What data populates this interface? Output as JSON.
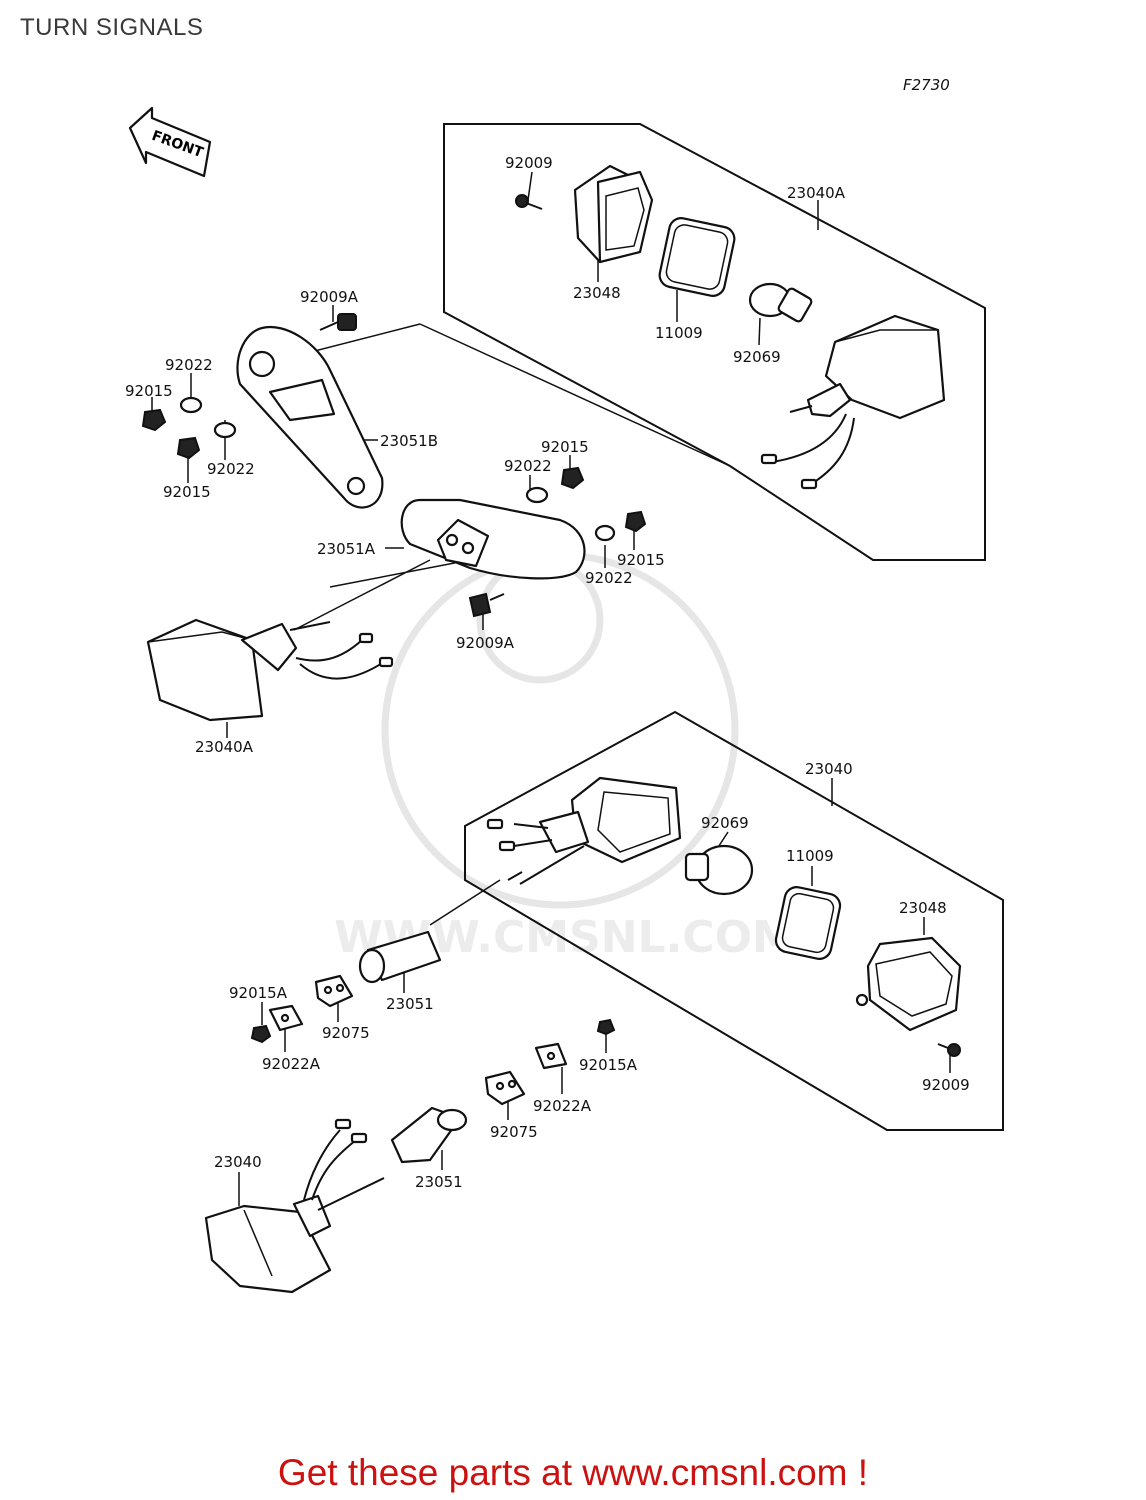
{
  "page": {
    "title": "TURN SIGNALS"
  },
  "diagram": {
    "figure_code": "F2730",
    "front_arrow_label": "FRONT",
    "watermark_text": "WWW.CMSNL.COM",
    "part_labels": [
      "92009",
      "23040A",
      "23048",
      "11009",
      "92069",
      "92009A",
      "92022",
      "92015",
      "23051B",
      "92022",
      "92015",
      "92015",
      "92022",
      "23051A",
      "92015",
      "92022",
      "92009A",
      "23040A",
      "23040",
      "92069",
      "11009",
      "23048",
      "92015A",
      "92075",
      "23051",
      "92022A",
      "92015A",
      "92022A",
      "92075",
      "92009",
      "23040",
      "23051"
    ]
  },
  "footer": {
    "cta_text": "Get these parts at www.cmsnl.com !"
  },
  "colors": {
    "cta": "#cc1111",
    "title": "#3a3a3a",
    "line": "#111111"
  }
}
